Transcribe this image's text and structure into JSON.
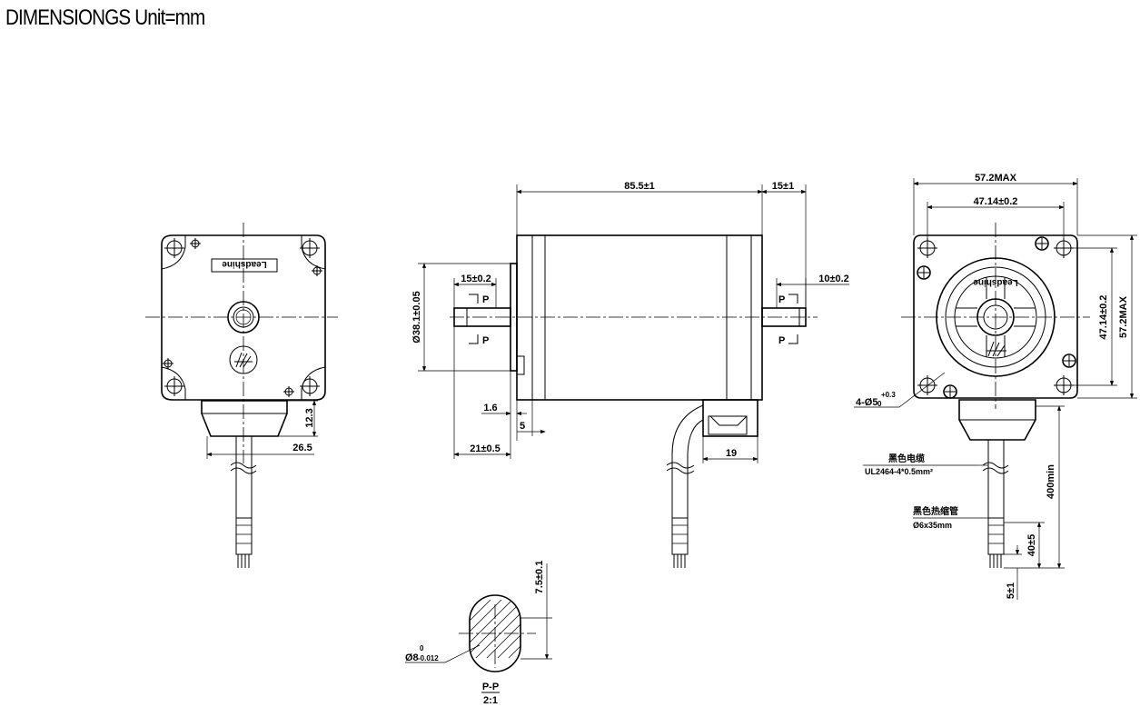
{
  "header": {
    "title": "DIMENSIONGS Unit=mm"
  },
  "diagram": {
    "logo_text": "Leadshine",
    "front_view": {
      "dim_height": "12.3",
      "dim_width": "26.5"
    },
    "side_view": {
      "dim_length": "85.5±1",
      "dim_shaft_length": "15±1",
      "dim_left_flat": "15±0.2",
      "dim_right_flat": "10±0.2",
      "dim_pilot": "Ø38.1±0.05",
      "dim_pilot_depth": "1.6",
      "dim_flange": "5",
      "dim_shaft_total": "21±0.5",
      "dim_connector": "19",
      "section_mark": "P"
    },
    "rear_view": {
      "dim_max_width": "57.2MAX",
      "dim_hole_spacing": "47.14±0.2",
      "dim_hole_spacing_v": "47.14±0.2",
      "dim_max_height": "57.2MAX",
      "dim_holes_main": "4-Ø5",
      "dim_holes_tol_upper": "+0.3",
      "dim_holes_tol_lower": "0",
      "cable_label_cn": "黑色电缆",
      "cable_spec": "UL2464-4*0.5mm²",
      "sleeve_label_cn": "黑色热缩管",
      "sleeve_spec": "Ø6x35mm",
      "dim_lead_length": "400min",
      "dim_strip": "40±5",
      "dim_tip": "5±1"
    },
    "section_view": {
      "dim_flat_height": "7.5±0.1",
      "dim_shaft_dia_main": "Ø8",
      "dim_shaft_tol_upper": "0",
      "dim_shaft_tol_lower": "-0.012",
      "section_label": "P-P",
      "scale": "2:1"
    }
  }
}
